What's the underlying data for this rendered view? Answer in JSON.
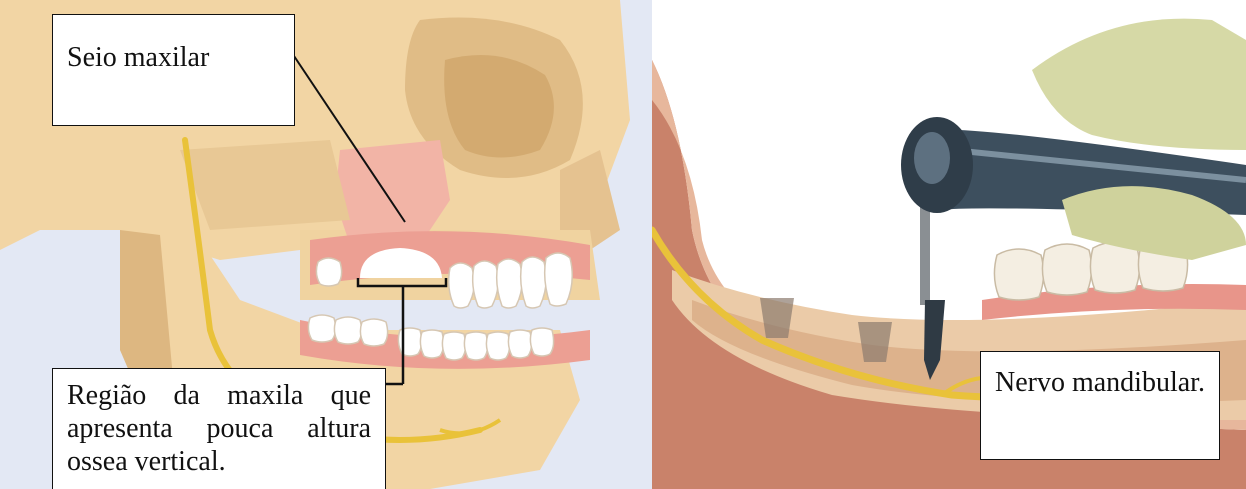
{
  "labels": {
    "seio_maxilar": "Seio maxilar",
    "regiao_maxila": "Região da maxila que apresenta pouca altura ossea vertical.",
    "nervo_mandibular": "Nervo mandibular."
  },
  "colors": {
    "bone": "#F2D5A4",
    "bone_shadow": "#D9B37B",
    "background_left": "#E3E8F4",
    "gum": "#EC9F93",
    "sinus": "#F2B4A6",
    "nerve": "#E9C23A",
    "tissue": "#C9826A",
    "glove": "#D6D9A6",
    "handpiece": "#3D4F5E"
  }
}
